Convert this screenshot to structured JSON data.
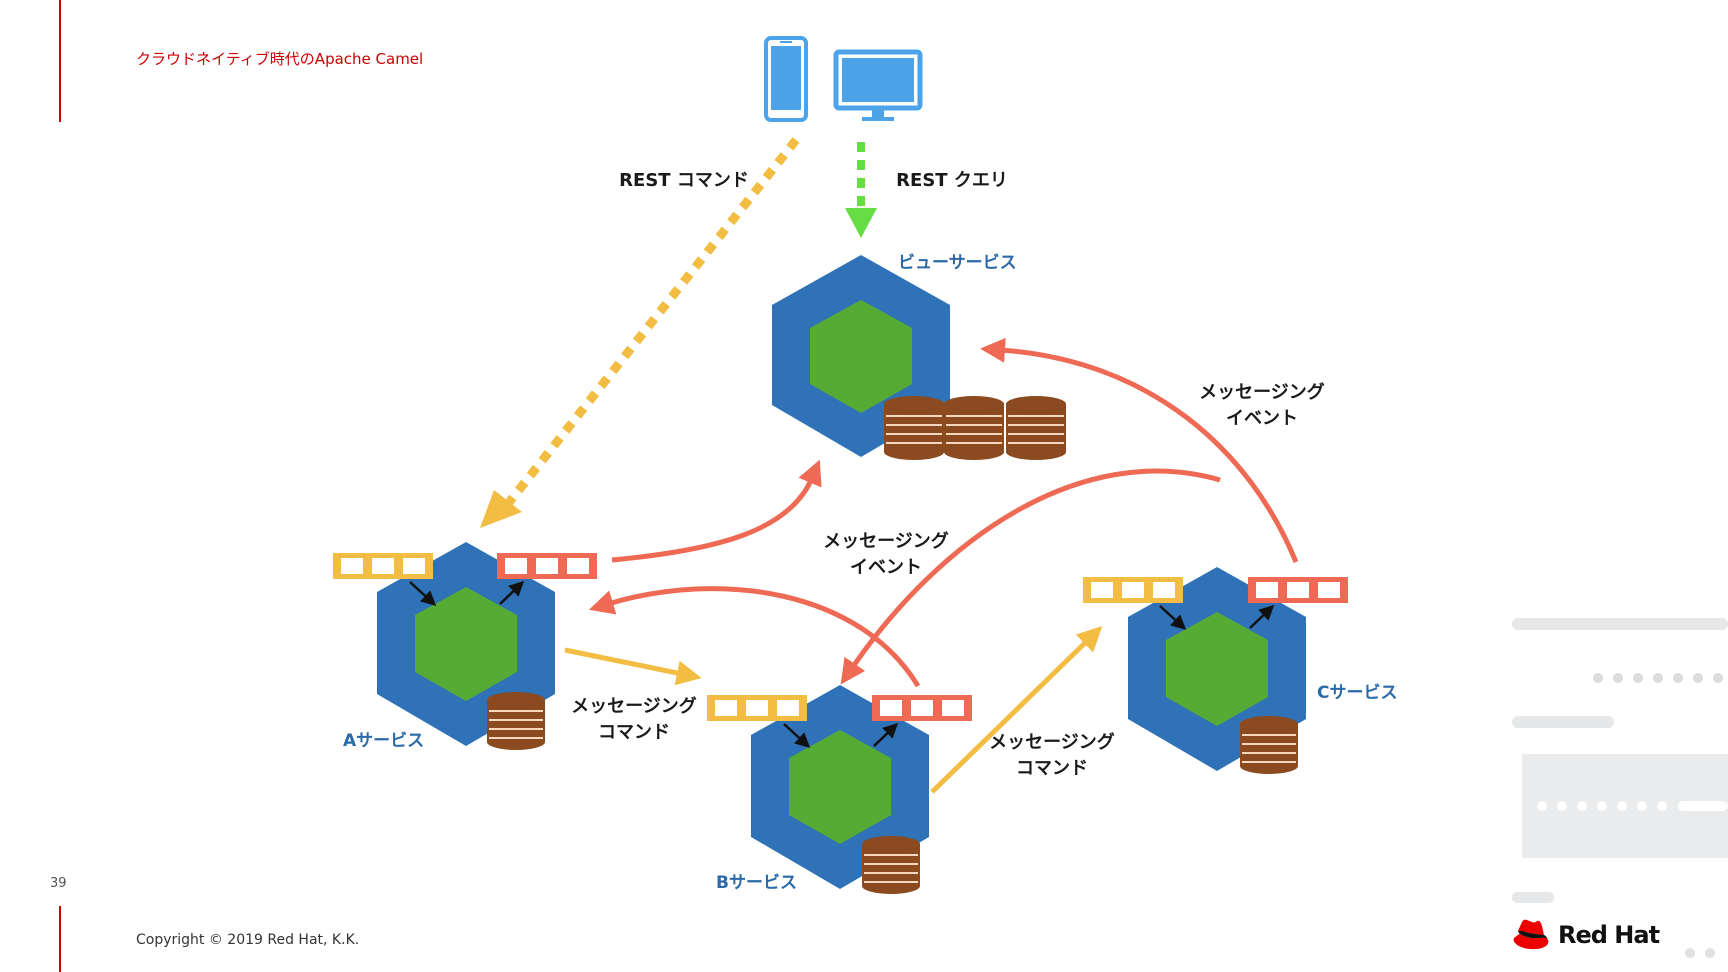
{
  "slide": {
    "title": "クラウドネイティブ時代のApache Camel",
    "page_number": "39",
    "copyright": "Copyright © 2019 Red Hat, K.K.",
    "brand": "Red Hat"
  },
  "diagram": {
    "labels": {
      "rest_command": "REST コマンド",
      "rest_query": "REST クエリ",
      "event_top_l1": "メッセージング",
      "event_top_l2": "イベント",
      "event_mid_l1": "メッセージング",
      "event_mid_l2": "イベント",
      "cmd_ab_l1": "メッセージング",
      "cmd_ab_l2": "コマンド",
      "cmd_bc_l1": "メッセージング",
      "cmd_bc_l2": "コマンド"
    },
    "services": {
      "view": "ビューサービス",
      "a": "Aサービス",
      "b": "Bサービス",
      "c": "Cサービス"
    }
  },
  "colors": {
    "accent_red": "#cc0000",
    "hex_blue": "#2f72b8",
    "hex_green": "#55ab34",
    "arrow_red": "#ee6a54",
    "arrow_yellow": "#f2bd42",
    "arrow_green": "#66dd44",
    "device_blue": "#4da3e8"
  }
}
